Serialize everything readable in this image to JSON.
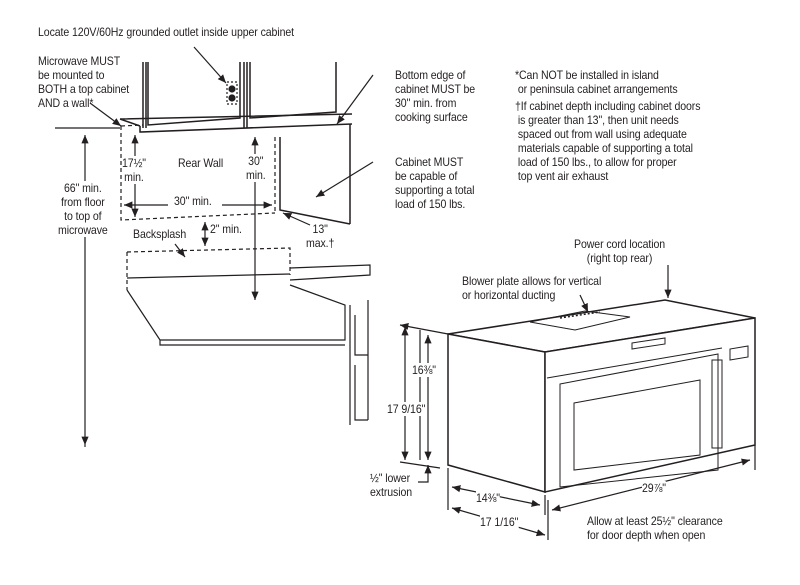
{
  "labels": {
    "outlet": "Locate 120V/60Hz grounded outlet inside upper cabinet",
    "mount": [
      "Microwave MUST",
      "be mounted to",
      "BOTH a top cabinet",
      "AND a wall*"
    ],
    "depth_17_5": [
      "17½\"",
      "min."
    ],
    "rear_wall": "Rear Wall",
    "height_30": [
      "30\"",
      "min."
    ],
    "height_66": [
      "66\" min.",
      "from floor",
      "to top of",
      "microwave"
    ],
    "width_30": "30\" min.",
    "backsplash": "Backsplash",
    "gap_2": "2\" min.",
    "depth_13": [
      "13\"",
      "max.†"
    ],
    "bottom_edge": [
      "Bottom edge of",
      "cabinet MUST be",
      "30\" min. from",
      "cooking surface"
    ],
    "cabinet_load": [
      "Cabinet MUST",
      "be capable of",
      "supporting a total",
      "load of 150 lbs."
    ],
    "note_island": [
      "*Can NOT be installed in island",
      " or peninsula cabinet arrangements"
    ],
    "note_depth": [
      "†If cabinet depth including cabinet doors",
      " is greater than 13\", then unit needs",
      " spaced out from wall using adequate",
      " materials capable of supporting a total",
      " load of 150 lbs., to allow for proper",
      " top vent air exhaust"
    ],
    "power_cord": [
      "Power cord location",
      "(right top rear)"
    ],
    "blower": [
      "Blower plate allows for vertical",
      "or horizontal ducting"
    ],
    "dim_16_3_8": "16⅜\"",
    "dim_17_9_16": "17 9/16\"",
    "lower_extrusion": [
      "½\" lower",
      "extrusion"
    ],
    "dim_14_3_8": "14⅜\"",
    "dim_17_1_16": "17 1/16\"",
    "dim_29_7_8": "29⅞\"",
    "clearance": [
      "Allow at least 25½\" clearance",
      "for door depth when open"
    ]
  }
}
